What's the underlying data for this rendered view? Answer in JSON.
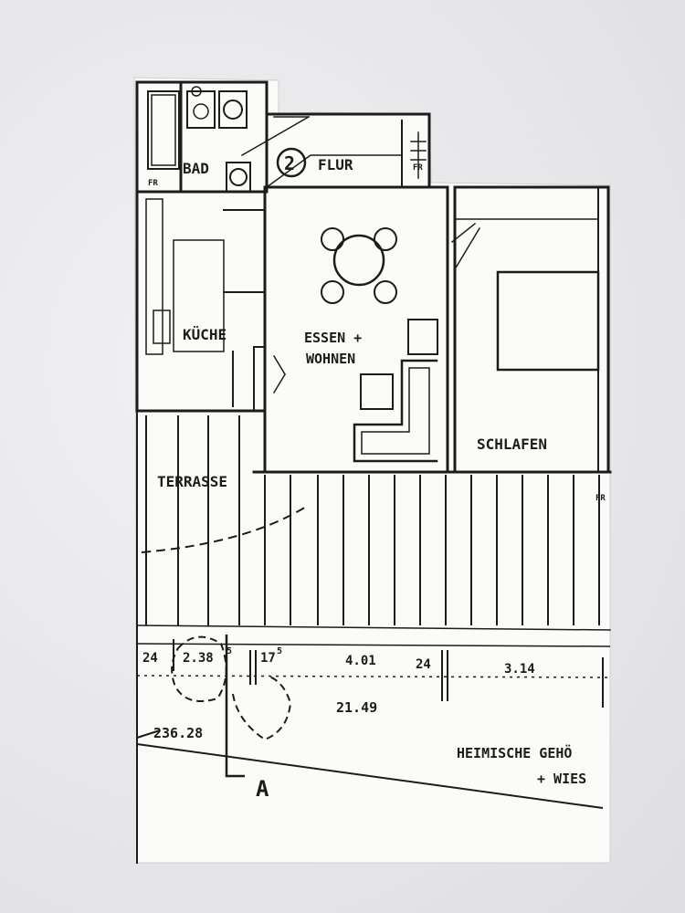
{
  "rooms": {
    "bad": "BAD",
    "flur_number": "2",
    "flur": "FLUR",
    "kueche": "KÜCHE",
    "essen_line1": "ESSEN +",
    "essen_line2": "WOHNEN",
    "schlafen": "SCHLAFEN",
    "terrasse": "TERRASSE"
  },
  "dimensions": {
    "d1": "24",
    "d2": "2.38",
    "d2_sup": "5",
    "d3": "17",
    "d3_sup": "5",
    "d4": "4.01",
    "d5": "24",
    "d6": "3.14",
    "total": "21.49",
    "elevation": "236.28"
  },
  "annotations": {
    "note_line1": "HEIMISCHE GEHÖ",
    "note_line2": "+ WIES",
    "section_marker": "A",
    "fr1": "FR",
    "fr2": "FR",
    "fr3": "FR"
  },
  "colors": {
    "ink": "#1c1c1c",
    "paper": "#fbfbf9",
    "background": "#e6e6e8"
  }
}
